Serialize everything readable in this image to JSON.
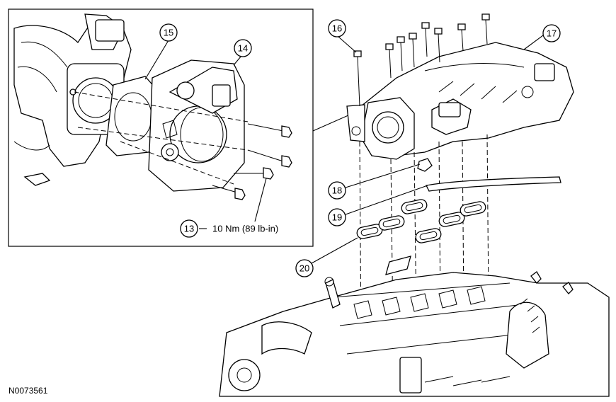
{
  "figure_id": "N0073561",
  "torque_spec": "10 Nm (89 lb-in)",
  "callouts": {
    "c13": "13",
    "c14": "14",
    "c15": "15",
    "c16": "16",
    "c17": "17",
    "c18": "18",
    "c19": "19",
    "c20": "20"
  }
}
